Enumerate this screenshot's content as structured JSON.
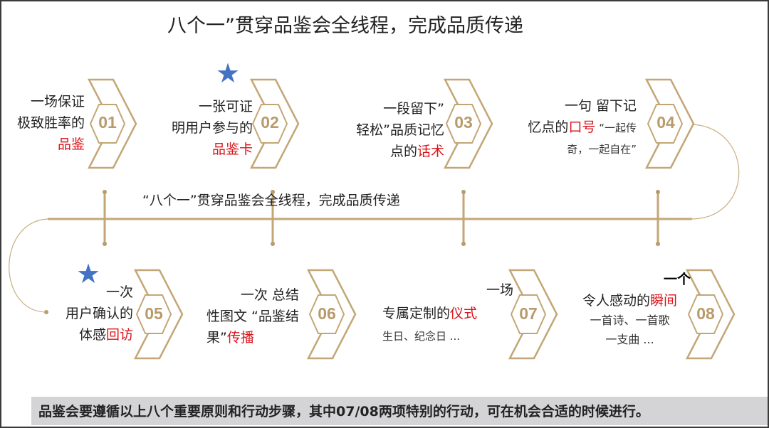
{
  "title": "八个一”贯穿品鉴会全线程，完成品质传递",
  "subtitle": "“八个一”贯穿品鉴会全线程，完成品质传递",
  "accent_color": "#b99a6a",
  "highlight_color": "#d9141b",
  "star_color": "#4472c4",
  "steps": [
    {
      "num": "01",
      "l1": "一场保证",
      "l2": "极致胜率的",
      "red": "品鉴"
    },
    {
      "num": "02",
      "l1": "一张可证",
      "l2": "明用户参与的",
      "red": "品鉴卡"
    },
    {
      "num": "03",
      "l1": "一段留下”",
      "l2": "轻松”品质记忆",
      "l3a": "点的",
      "red": "话术"
    },
    {
      "num": "04",
      "l1": "一句 留下记",
      "l2a": "忆点的",
      "red": "口号",
      "l2b": " “一起传",
      "l3": "奇，一起自在”"
    },
    {
      "num": "05",
      "l1": "一次",
      "l2": "用户确认的",
      "l3a": "体感",
      "red": "回访"
    },
    {
      "num": "06",
      "l1": "一次  总结",
      "l2": "性图文 “品鉴结",
      "l3a": "果”",
      "red": "传播"
    },
    {
      "num": "07",
      "l0": "一场",
      "l1a": "专属定制的",
      "red": "仪式",
      "l2": "生日、纪念日 ..."
    },
    {
      "num": "08",
      "l0": "一个",
      "l1a": "令人感动的",
      "red": "瞬间",
      "l2": "一首诗、一首歌",
      "l3": "一支曲 ..."
    }
  ],
  "footer": "品鉴会要遵循以上八个重要原则和行动步骤，其中07/08两项特别的行动，可在机会合适的时候进行。"
}
